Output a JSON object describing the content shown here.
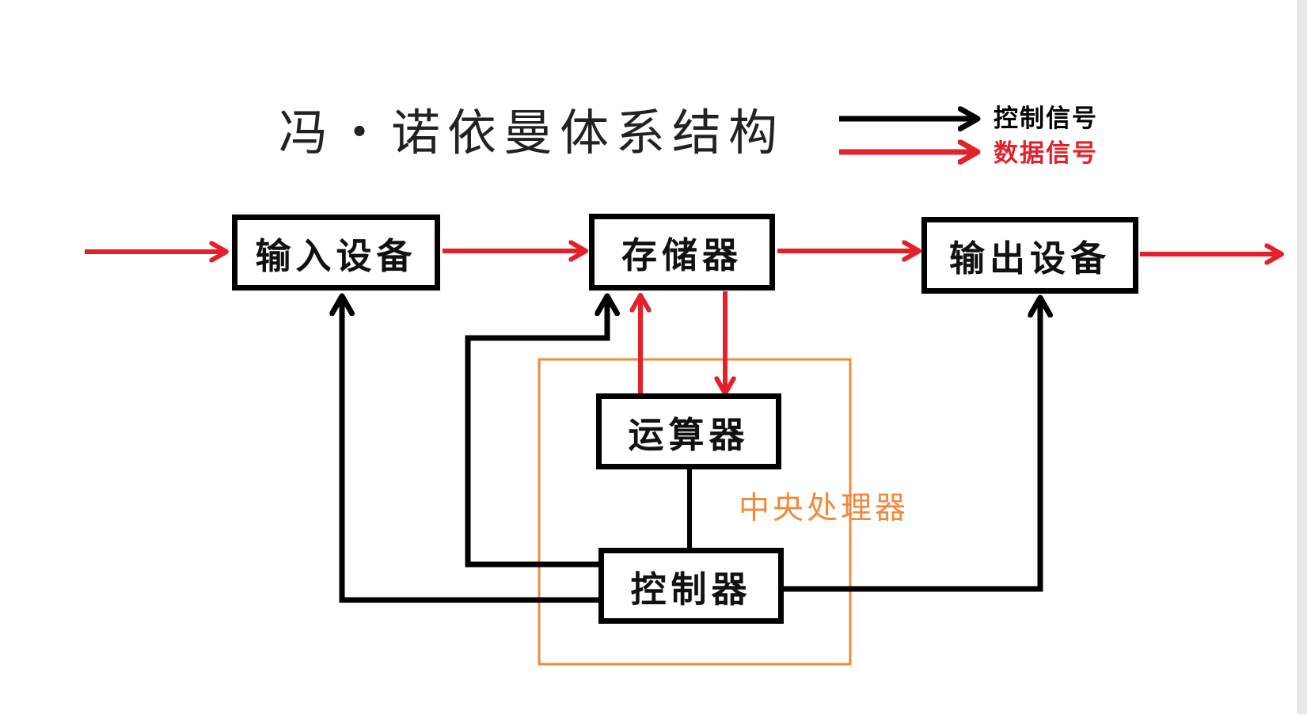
{
  "title": "冯・诺依曼体系结构",
  "legend": {
    "control_signal": "控制信号",
    "data_signal": "数据信号"
  },
  "nodes": {
    "input_device": "输入设备",
    "memory": "存储器",
    "output_device": "输出设备",
    "alu": "运算器",
    "controller": "控制器"
  },
  "cpu_label": "中央处理器",
  "colors": {
    "control_arrow": "#000000",
    "data_arrow": "#e4202b",
    "cpu_frame": "#f08a3c",
    "box_border": "#000000"
  }
}
